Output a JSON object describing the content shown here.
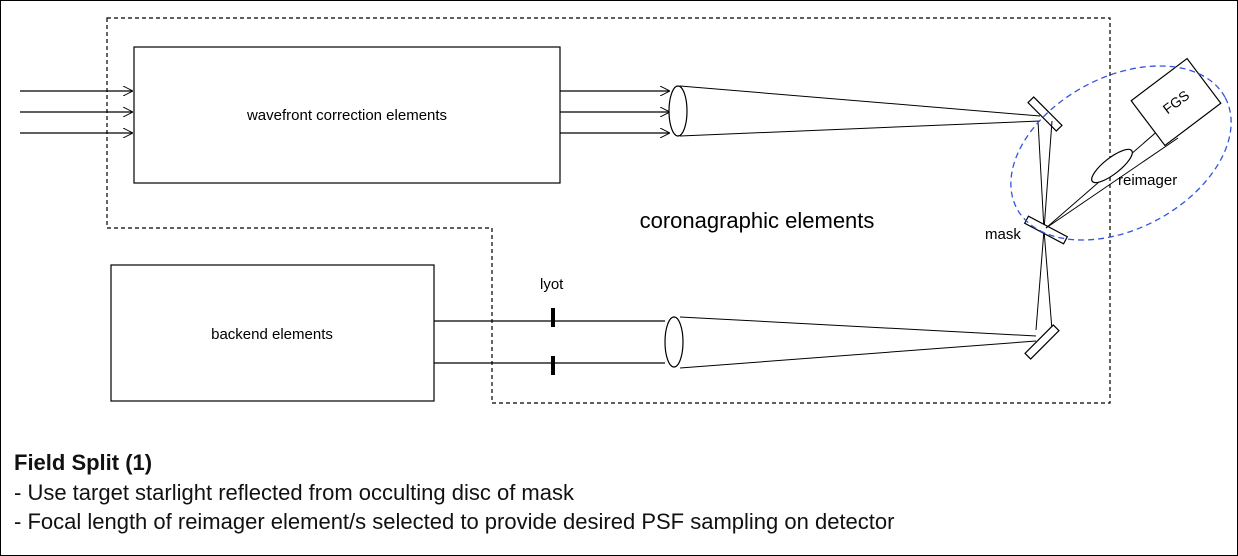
{
  "diagram": {
    "labels": {
      "wavefront": "wavefront correction elements",
      "coronagraphic": "coronagraphic elements",
      "backend": "backend elements",
      "lyot": "lyot",
      "mask": "mask",
      "reimager": "reimager",
      "fgs": "FGS"
    },
    "colors": {
      "line": "#000000",
      "fgs_group_outline": "#3355dd"
    }
  },
  "caption": {
    "title": "Field Split (1)",
    "bullets": [
      "- Use target starlight reflected from occulting disc of mask",
      "- Focal length of reimager element/s selected to provide desired PSF sampling on detector"
    ]
  }
}
